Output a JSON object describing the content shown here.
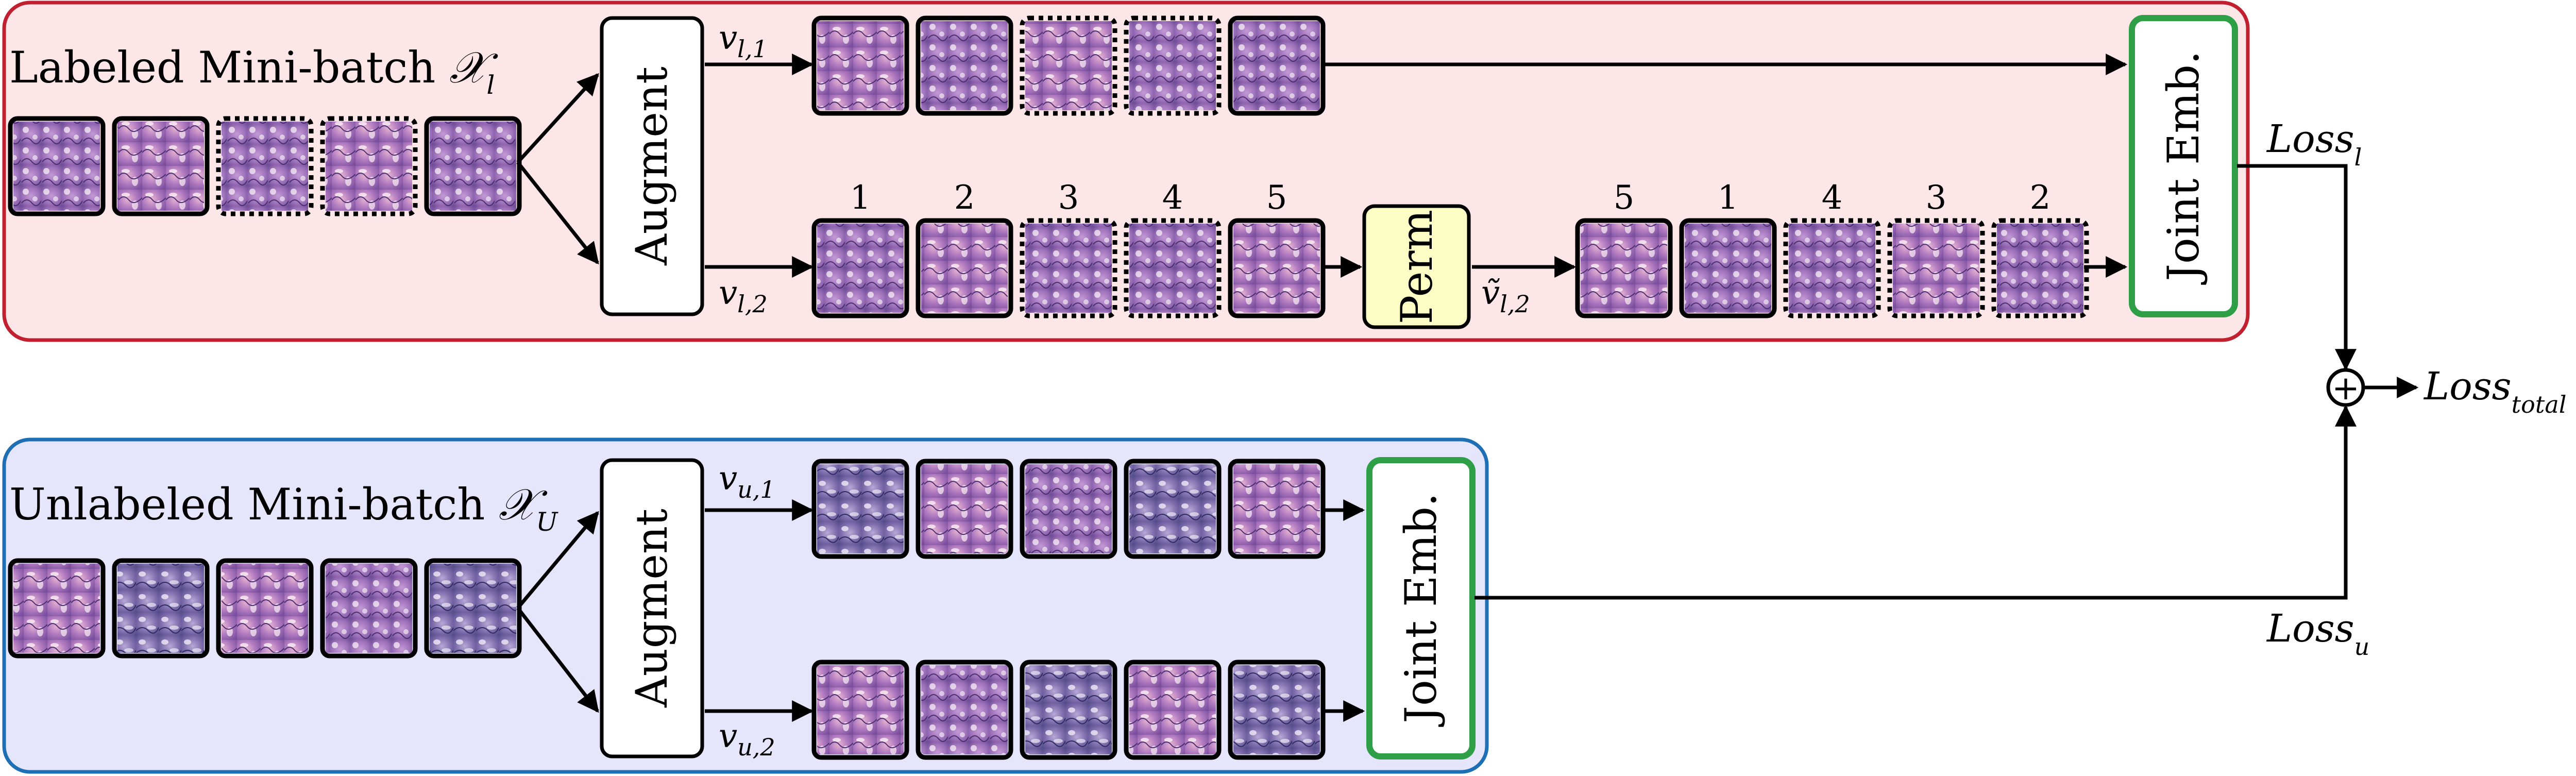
{
  "labeled": {
    "title": "Labeled Mini-batch",
    "symbol": "𝒳",
    "symbol_sub": "l",
    "view1_label": "v",
    "view1_sub": "l,1",
    "view2_label": "v",
    "view2_sub": "l,2",
    "perm_out_label": "ṽ",
    "perm_out_sub": "l,2",
    "view2_numbers": [
      "1",
      "2",
      "3",
      "4",
      "5"
    ],
    "permuted_numbers": [
      "5",
      "1",
      "4",
      "3",
      "2"
    ],
    "loss_label": "Loss",
    "loss_sub": "l"
  },
  "unlabeled": {
    "title": "Unlabeled Mini-batch",
    "symbol": "𝒳",
    "symbol_sub": "U",
    "view1_label": "v",
    "view1_sub": "u,1",
    "view2_label": "v",
    "view2_sub": "u,2",
    "loss_label": "Loss",
    "loss_sub": "u"
  },
  "blocks": {
    "augment": "Augment",
    "perm": "Perm",
    "joint_emb": "Joint Emb."
  },
  "total": {
    "label": "Loss",
    "sub": "total",
    "plus": "+"
  },
  "colors": {
    "labeled_fill": "#fde6e8",
    "labeled_border": "#c0202f",
    "unlabeled_fill": "#e5e5fb",
    "unlabeled_border": "#1f6fb5",
    "joint_border": "#2e9e47",
    "perm_fill": "#fdfdc6"
  }
}
